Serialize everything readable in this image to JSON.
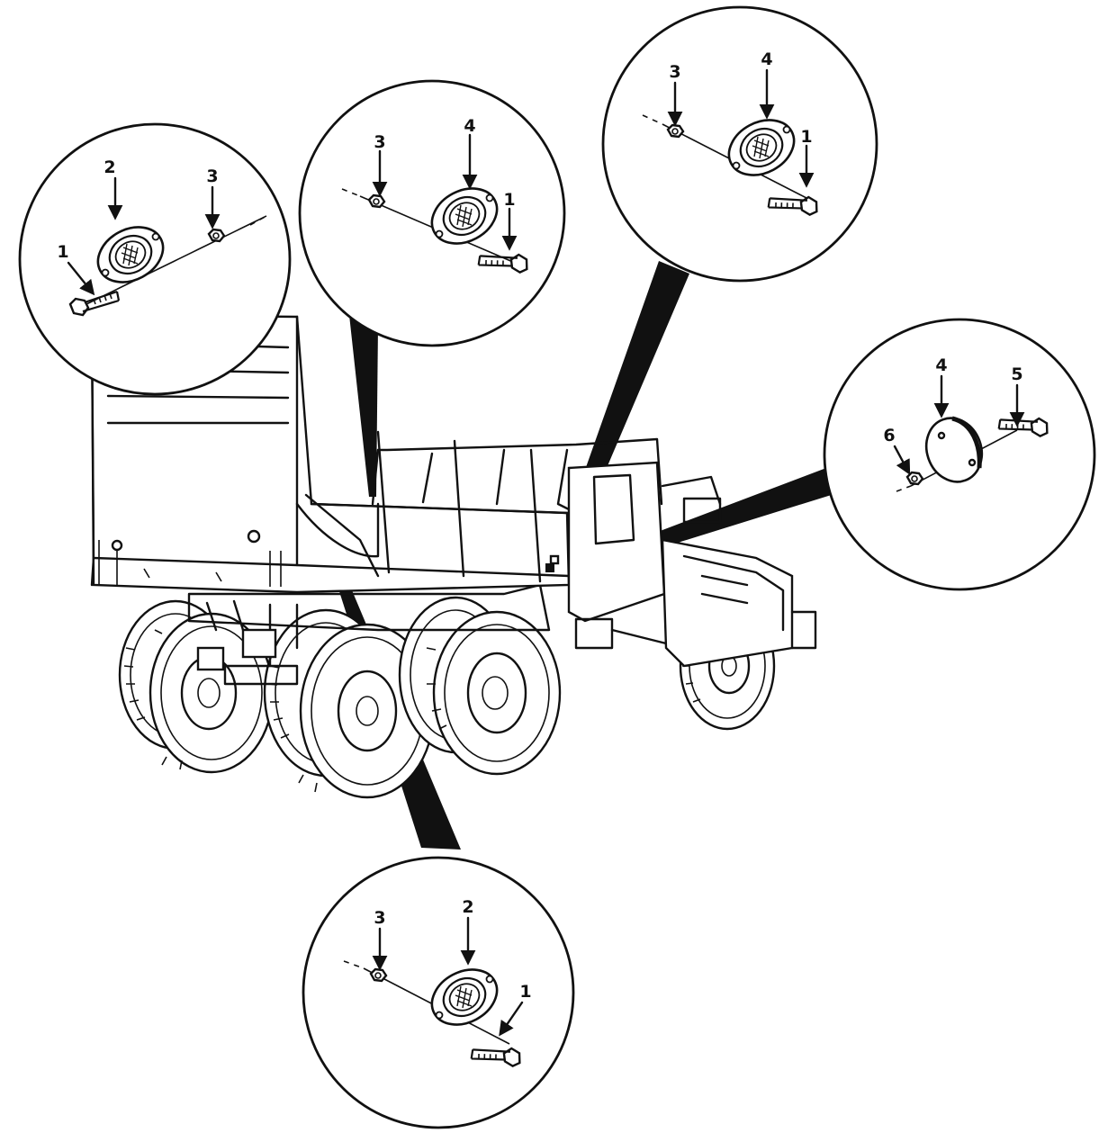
{
  "callouts": {
    "left_circle": {
      "n1": "1",
      "n2": "2",
      "n3": "3"
    },
    "upper_middle_circle": {
      "n3": "3",
      "n4": "4",
      "n1": "1"
    },
    "upper_right_circle": {
      "n3": "3",
      "n4": "4",
      "n1": "1"
    },
    "right_circle": {
      "n4": "4",
      "n5": "5",
      "n6": "6"
    },
    "bottom_circle": {
      "n3": "3",
      "n2": "2",
      "n1": "1"
    }
  },
  "colors": {
    "ink": "#111111",
    "paper": "#ffffff"
  }
}
